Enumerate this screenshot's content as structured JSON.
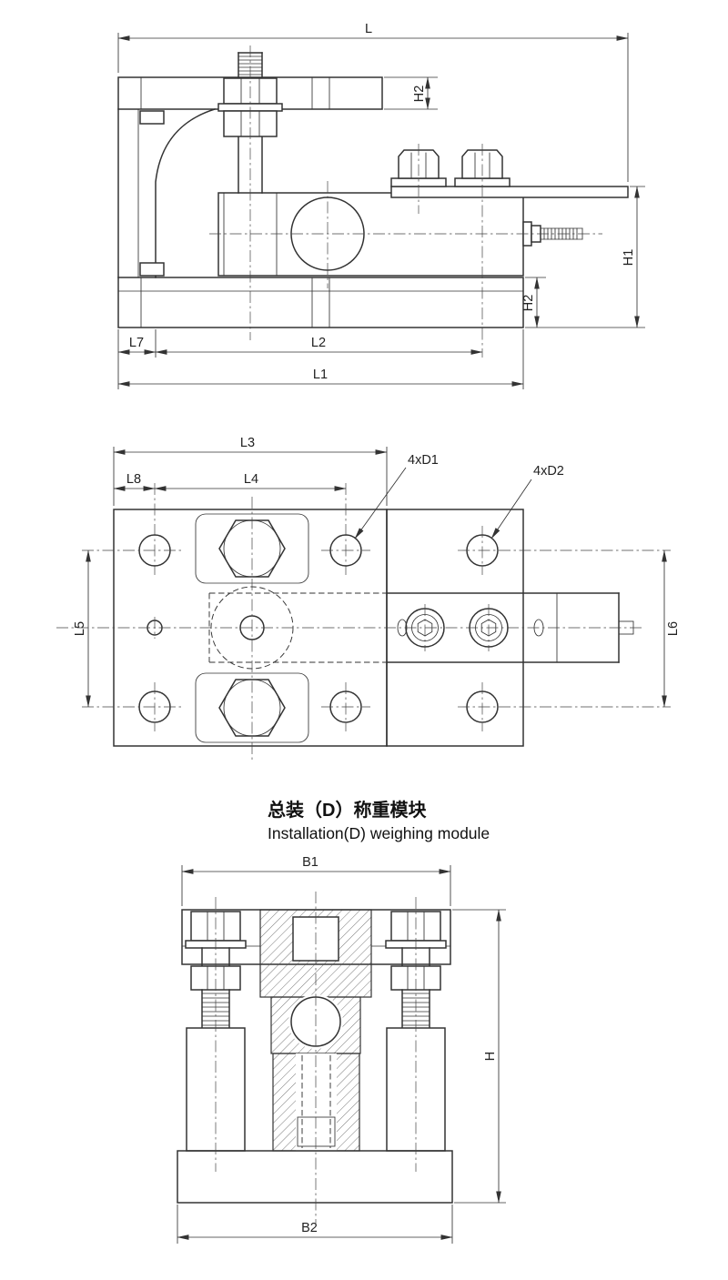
{
  "title": {
    "zh": "总装（D）称重模块",
    "en": "Installation(D) weighing module"
  },
  "side_view": {
    "L": "L",
    "H2_top": "H2",
    "H1": "H1",
    "H2_bottom": "H2",
    "L7": "L7",
    "L2": "L2",
    "L1": "L1"
  },
  "plan_view": {
    "L3": "L3",
    "L8": "L8",
    "L4": "L4",
    "D1": "4xD1",
    "D2": "4xD2",
    "L5": "L5",
    "L6": "L6"
  },
  "front_view": {
    "B1": "B1",
    "H": "H",
    "B2": "B2"
  }
}
